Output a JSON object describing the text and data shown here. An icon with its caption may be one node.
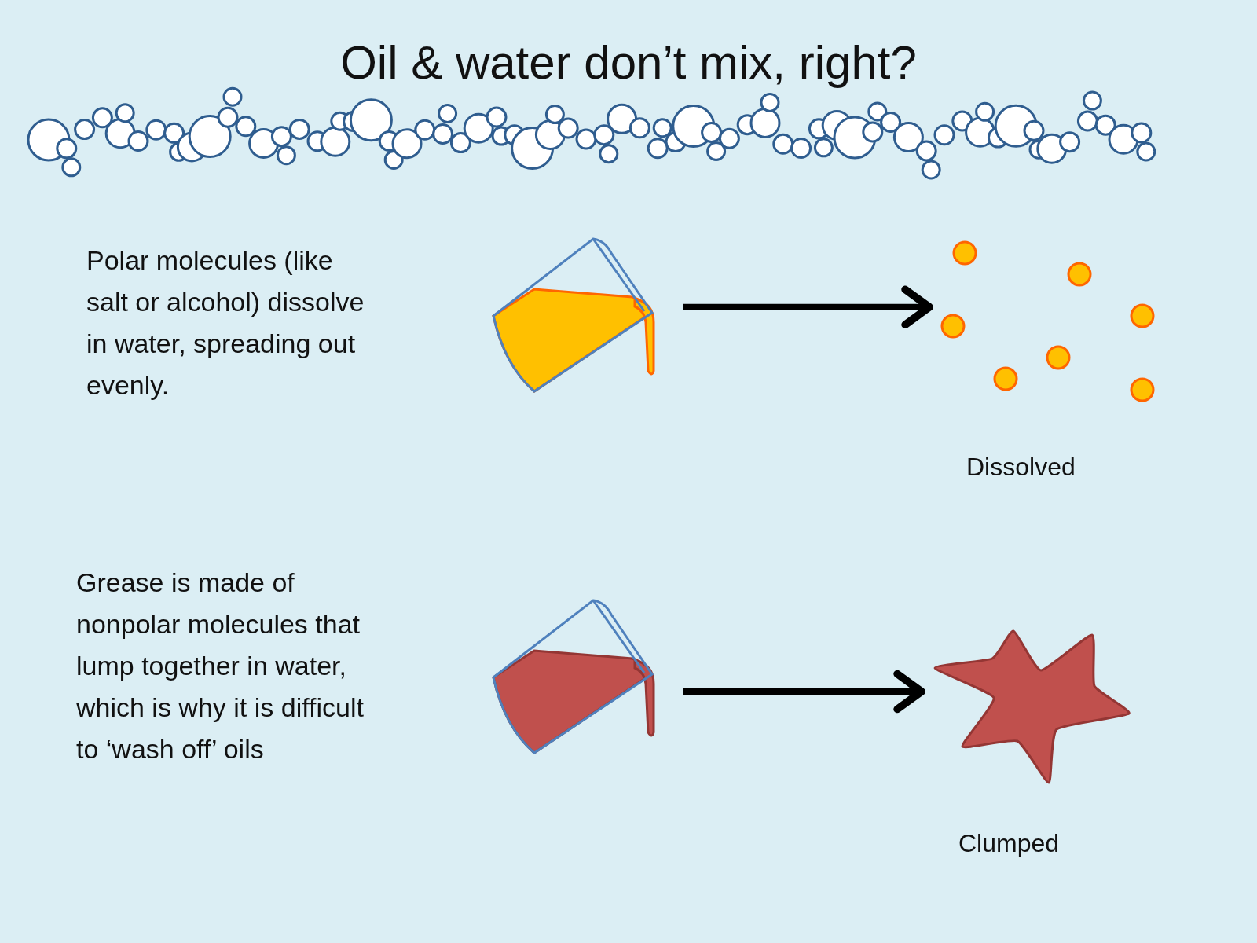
{
  "diagram": {
    "title": "Oil & water don’t mix, right?",
    "nodes": [
      {
        "text": [],
        "shape": "picture"
      },
      {
        "text": [],
        "shape": "picture",
        "beside": [
          "Dissolved"
        ]
      },
      {
        "text": [],
        "shape": "picture"
      },
      {
        "text": [],
        "shape": "picture",
        "beside": [
          "Clumped"
        ]
      }
    ],
    "edges": [
      {
        "from": 0,
        "to": 1,
        "arrow": "to"
      },
      {
        "from": 2,
        "to": 3,
        "arrow": "to"
      }
    ],
    "labels": [
      "Polar molecules (like salt or alcohol) dissolve in water, spreading out evenly.",
      "Grease is made of nonpolar molecules that lump together in water, which is why it is difficult to ‘wash off’ oils"
    ]
  }
}
